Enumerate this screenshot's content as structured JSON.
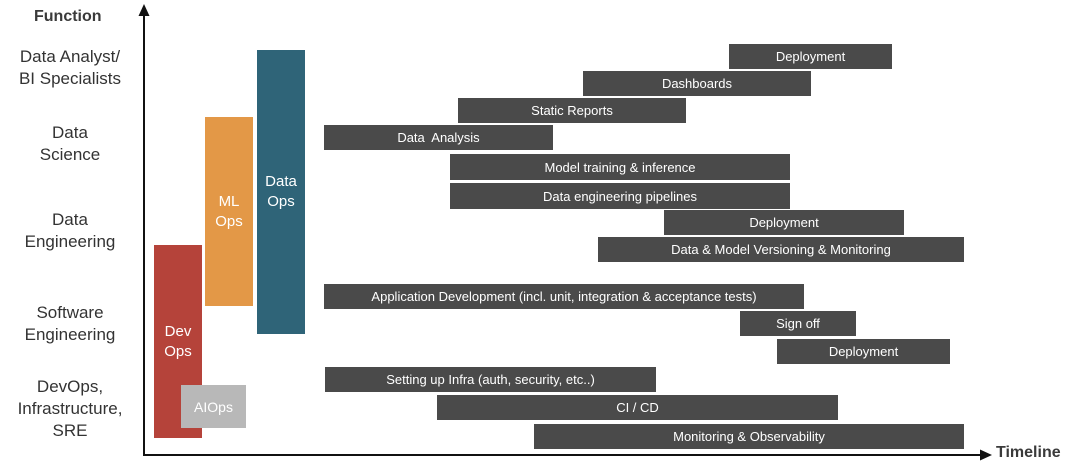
{
  "axes": {
    "y_title": "Function",
    "x_title": "Timeline"
  },
  "functions": [
    {
      "line1": "Data Analyst/",
      "line2": "BI Specialists"
    },
    {
      "line1": "Data",
      "line2": "Science"
    },
    {
      "line1": "Data",
      "line2": "Engineering"
    },
    {
      "line1": "Software",
      "line2": "Engineering"
    },
    {
      "line1": "DevOps,",
      "line2": "Infrastructure,",
      "line3": "SRE"
    }
  ],
  "ops": {
    "devops": {
      "line1": "Dev",
      "line2": "Ops",
      "color": "#b5433a"
    },
    "mlops": {
      "line1": "ML",
      "line2": "Ops",
      "color": "#e39847"
    },
    "dataops": {
      "line1": "Data",
      "line2": "Ops",
      "color": "#2f6478"
    },
    "aiops": {
      "label": "AIOps",
      "color": "#b8b8b8"
    }
  },
  "bars": {
    "analyst_deployment": "Deployment",
    "dashboards": "Dashboards",
    "static_reports": "Static Reports",
    "data_analysis": "Data  Analysis",
    "model_training": "Model training & inference",
    "data_pipelines": "Data engineering pipelines",
    "de_deployment": "Deployment",
    "versioning": "Data & Model Versioning & Monitoring",
    "app_dev": "Application Development (incl. unit, integration & acceptance tests)",
    "sign_off": "Sign off",
    "se_deployment": "Deployment",
    "infra_setup": "Setting up Infra (auth, security, etc..)",
    "ci_cd": "CI / CD",
    "monitoring": "Monitoring & Observability"
  },
  "colors": {
    "bar": "#4a4a4a",
    "axis": "#111111"
  }
}
